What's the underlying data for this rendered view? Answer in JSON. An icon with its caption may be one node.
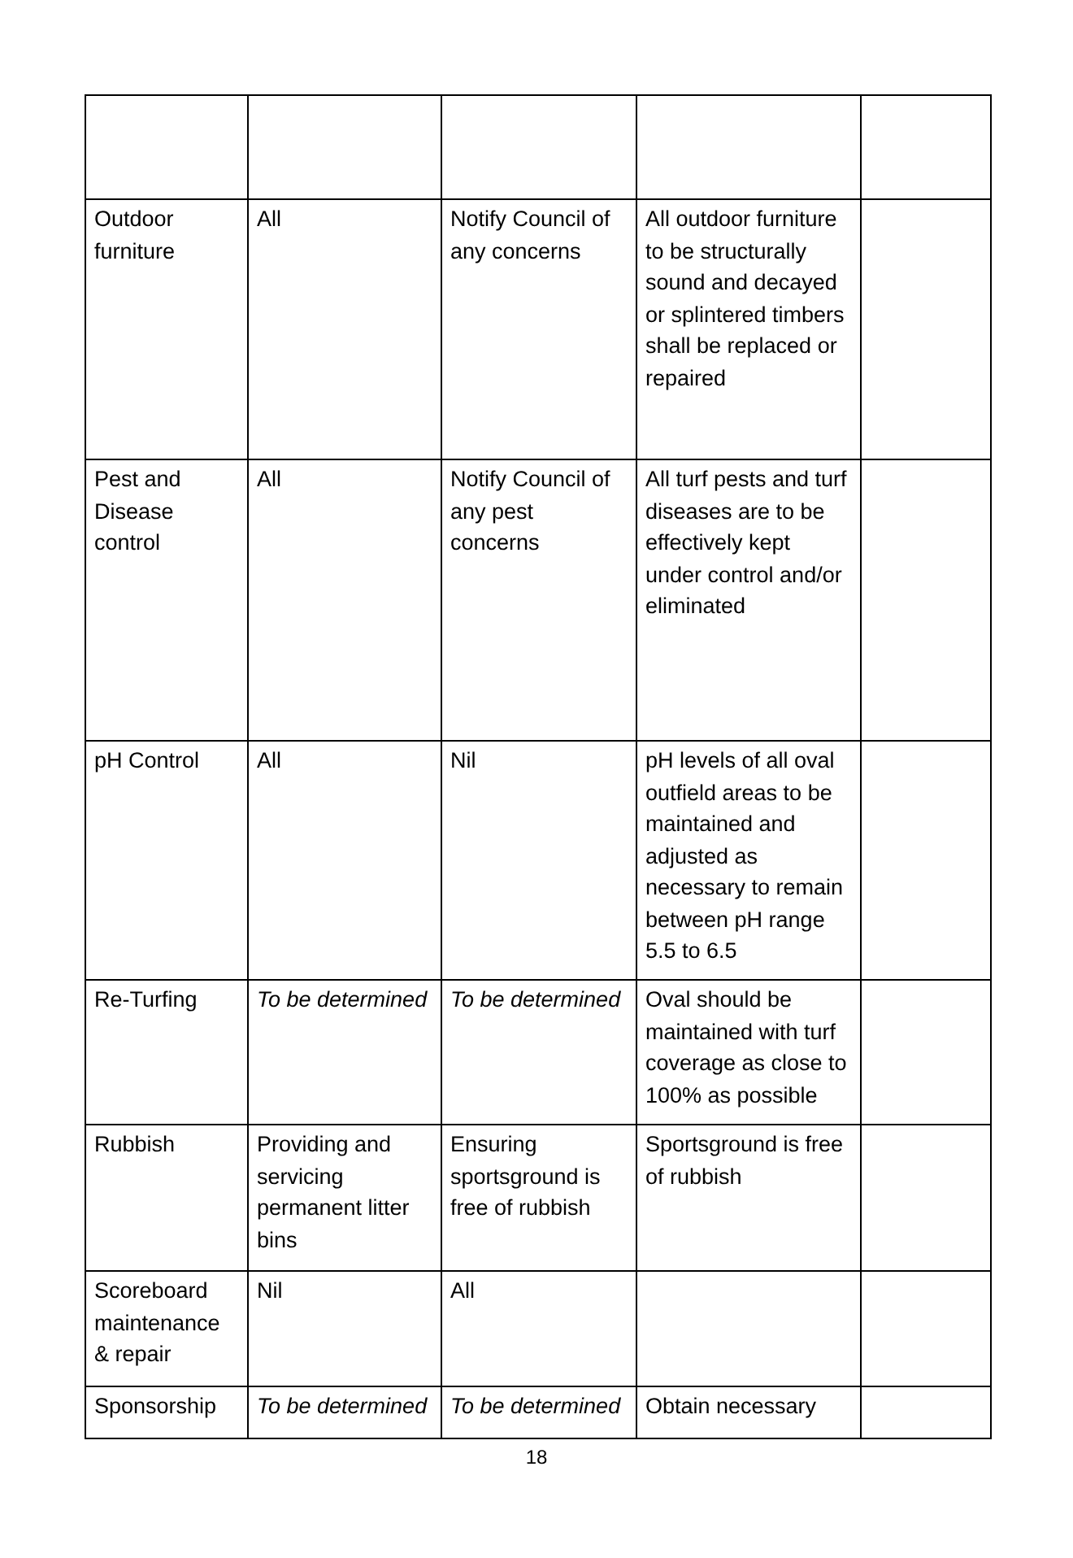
{
  "diagram": {
    "labels": [
      "Outdoor furniture",
      "All",
      "Notify Council of any concerns",
      "All outdoor furniture to be structurally sound and decayed or splintered timbers shall be replaced or repaired",
      "Pest and Disease control",
      "All",
      "Notify Council of any pest concerns",
      "All turf pests and turf diseases are to be effectively kept under control and/or eliminated",
      "pH Control",
      "All",
      "Nil",
      "pH levels of all oval outfield areas to be maintained and adjusted as necessary to remain between pH range 5.5 to 6.5",
      "Re-Turfing",
      "To be determined",
      "To be determined",
      "Oval should be maintained with turf coverage as close to 100% as possible",
      "Rubbish",
      "Providing and servicing permanent litter bins",
      "Ensuring sportsground is free of rubbish",
      "Sportsground is free of rubbish",
      "Scoreboard maintenance & repair",
      "Nil",
      "All",
      "Sponsorship",
      "To be determined",
      "To be determined",
      "Obtain necessary",
      "18"
    ]
  }
}
